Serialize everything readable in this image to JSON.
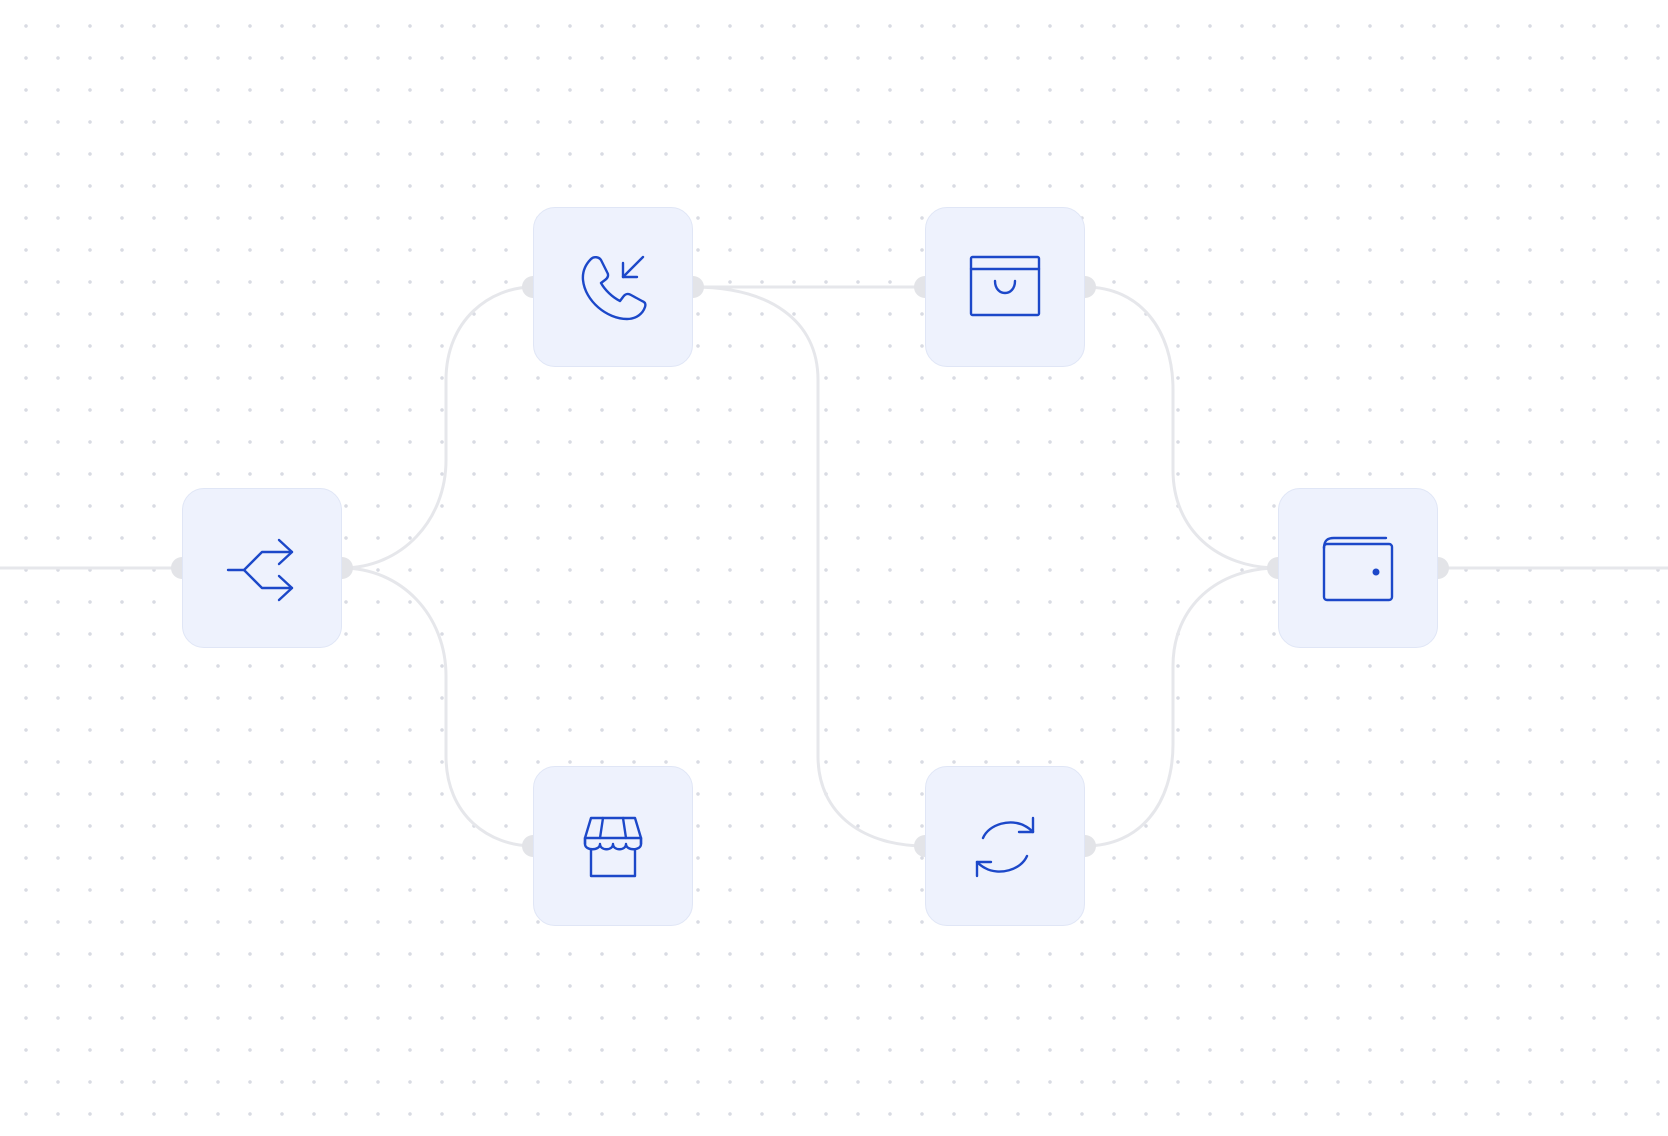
{
  "theme": {
    "accent": "#1c48c9",
    "node_background": "#eef2fd",
    "connector": "#e6e7eb"
  },
  "nodes": [
    {
      "id": "split",
      "icon": "split-arrows-icon"
    },
    {
      "id": "call",
      "icon": "incoming-call-icon"
    },
    {
      "id": "store",
      "icon": "storefront-icon"
    },
    {
      "id": "browser",
      "icon": "browser-window-icon"
    },
    {
      "id": "sync",
      "icon": "refresh-icon"
    },
    {
      "id": "wallet",
      "icon": "wallet-icon"
    }
  ],
  "edges": [
    {
      "from": "input",
      "to": "split"
    },
    {
      "from": "split",
      "to": "call"
    },
    {
      "from": "split",
      "to": "store"
    },
    {
      "from": "call",
      "to": "browser"
    },
    {
      "from": "call",
      "to": "sync"
    },
    {
      "from": "browser",
      "to": "wallet"
    },
    {
      "from": "sync",
      "to": "wallet"
    },
    {
      "from": "wallet",
      "to": "output"
    }
  ]
}
